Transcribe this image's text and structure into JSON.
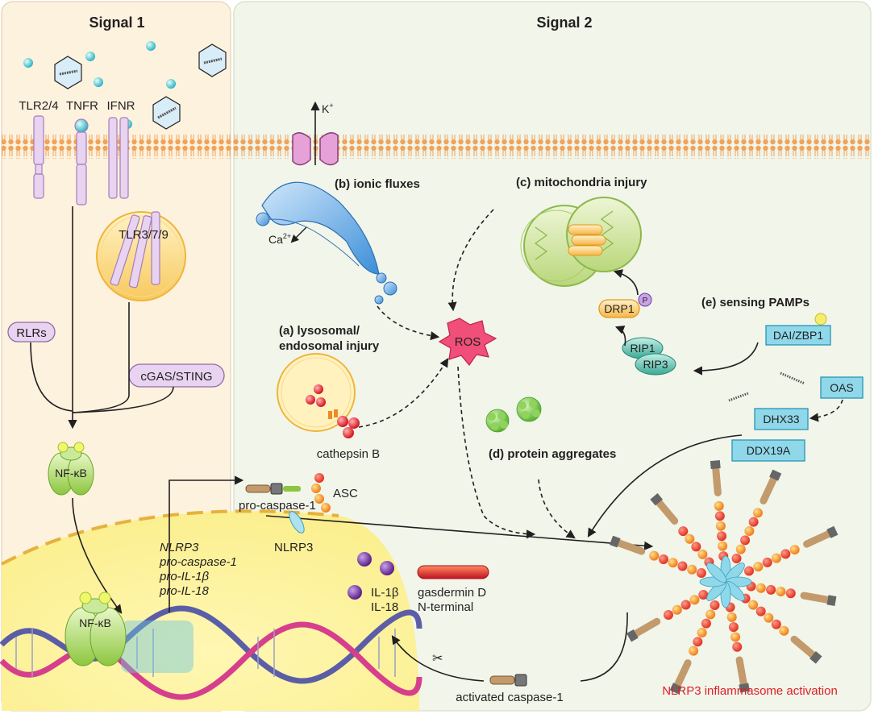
{
  "panels": {
    "signal1_title": "Signal 1",
    "signal2_title": "Signal 2"
  },
  "signal1": {
    "receptors": {
      "tlr24": "TLR2/4",
      "tnfr": "TNFR",
      "ifnr": "IFNR",
      "tlr379": "TLR3/7/9"
    },
    "rlrs": "RLRs",
    "cgas_sting": "cGAS/STING",
    "nfkb": "NF-κB",
    "nfkb_dna": "NF-κB",
    "genes": [
      "NLRP3",
      "pro-caspase-1",
      "pro-IL-1β",
      "pro-IL-18"
    ]
  },
  "signal2": {
    "potassium": "K",
    "potassium_sup": "+",
    "calcium": "Ca",
    "calcium_sup": "2+",
    "headings": {
      "ionic": "(b) ionic fluxes",
      "mito": "(c) mitochondria injury",
      "lyso_line1": "(a) lysosomal/",
      "lyso_line2": "endosomal injury",
      "pamps": "(e) sensing PAMPs",
      "aggregates": "(d) protein aggregates"
    },
    "ros": "ROS",
    "cathepsin": "cathepsin B",
    "drp1": "DRP1",
    "phospho": "P",
    "rip1": "RIP1",
    "rip3": "RIP3",
    "sensors": {
      "dai": "DAI/ZBP1",
      "oas": "OAS",
      "dhx33": "DHX33",
      "ddx19a": "DDX19A"
    },
    "pro_caspase1": "pro-caspase-1",
    "asc": "ASC",
    "nlrp3": "NLRP3",
    "il1b": "IL-1β",
    "il18": "IL-18",
    "gasdermin_line1": "gasdermin D",
    "gasdermin_line2": "N-terminal",
    "activated_caspase1": "activated caspase-1",
    "inflammasome": "NLRP3 inflammasome activation"
  },
  "colors": {
    "signal1_bg": "#fdf2de",
    "signal2_bg": "#f1f5ea",
    "membrane": "#f3b779",
    "receptor": "#e8d3f0",
    "ros": "#ef4f78",
    "cyan_box": "#8fd8ea",
    "inflammasome_text": "#e31e24"
  }
}
